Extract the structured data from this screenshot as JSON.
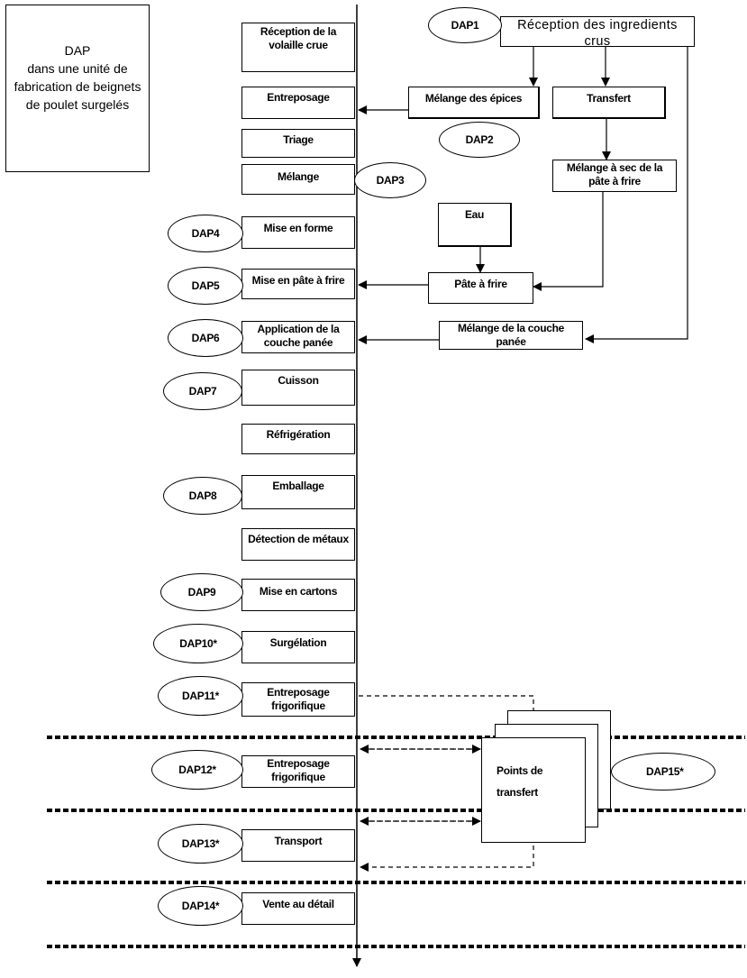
{
  "legend": {
    "line1": "DAP",
    "line2": "dans une unité de",
    "line3": "fabrication de beignets",
    "line4": "de poulet surgelés"
  },
  "main_steps": [
    {
      "l1": "Réception de la",
      "l2": "volaille crue"
    },
    {
      "l1": "Entreposage",
      "l2": ""
    },
    {
      "l1": "Triage",
      "l2": ""
    },
    {
      "l1": "Mélange",
      "l2": ""
    },
    {
      "l1": "Mise en forme",
      "l2": ""
    },
    {
      "l1": "Mise en pâte à frire",
      "l2": ""
    },
    {
      "l1": "Application de la",
      "l2": "couche panée"
    },
    {
      "l1": "Cuisson",
      "l2": ""
    },
    {
      "l1": "Réfrigération",
      "l2": ""
    },
    {
      "l1": "Emballage",
      "l2": ""
    },
    {
      "l1": "Détection de métaux",
      "l2": ""
    },
    {
      "l1": "Mise en cartons",
      "l2": ""
    },
    {
      "l1": "Surgélation",
      "l2": ""
    },
    {
      "l1": "Entreposage",
      "l2": "frigorifique"
    },
    {
      "l1": "Entreposage",
      "l2": "frigorifique"
    },
    {
      "l1": "Transport",
      "l2": ""
    },
    {
      "l1": "Vente au détail",
      "l2": ""
    }
  ],
  "side_steps": {
    "reception_ingredients": {
      "l1": "Réception des ingredients",
      "l2": "crus"
    },
    "melange_epices": "Mélange des épices",
    "transfert": "Transfert",
    "melange_sec": {
      "l1": "Mélange à sec de la",
      "l2": "pâte à frire"
    },
    "eau": "Eau",
    "pate_a_frire": "Pâte à frire",
    "melange_couche": {
      "l1": "Mélange de la couche",
      "l2": "panée"
    },
    "points_transfert": {
      "l1": "Points de",
      "l2": "transfert"
    }
  },
  "dap": {
    "dap1": "DAP1",
    "dap2": "DAP2",
    "dap3": "DAP3",
    "dap4": "DAP4",
    "dap5": "DAP5",
    "dap6": "DAP6",
    "dap7": "DAP7",
    "dap8": "DAP8",
    "dap9": "DAP9",
    "dap10": "DAP10*",
    "dap11": "DAP11*",
    "dap12": "DAP12*",
    "dap13": "DAP13*",
    "dap14": "DAP14*",
    "dap15": "DAP15*"
  }
}
